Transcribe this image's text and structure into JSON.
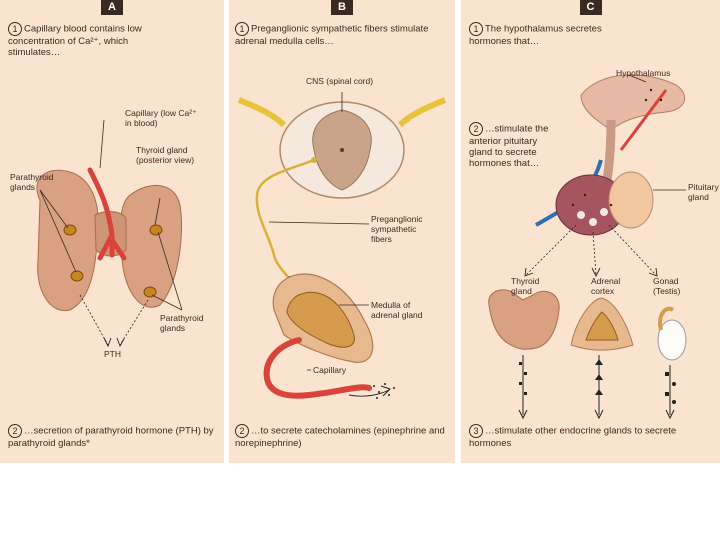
{
  "panels": [
    {
      "tab": "A",
      "step1_num": "1",
      "step1_text": "Capillary blood contains low concentration of Ca²⁺, which stimulates…",
      "labels": {
        "capillary": "Capillary (low Ca²⁺\nin blood)",
        "thyroid": "Thyroid gland\n(posterior view)",
        "parathyroid_left": "Parathyroid\nglands",
        "parathyroid_right": "Parathyroid\nglands",
        "pth": "PTH"
      },
      "step2_num": "2",
      "step2_text": "…secretion of parathyroid hormone (PTH) by parathyroid glands*"
    },
    {
      "tab": "B",
      "step1_num": "1",
      "step1_text": "Preganglionic sympathetic fibers stimulate adrenal medulla cells…",
      "labels": {
        "cns": "CNS (spinal cord)",
        "fibers": "Preganglionic\nsympathetic\nfibers",
        "medulla": "Medulla of\nadrenal gland",
        "capillary": "Capillary"
      },
      "step2_num": "2",
      "step2_text": "…to secrete catecholamines (epinephrine and norepinephrine)"
    },
    {
      "tab": "C",
      "step1_num": "1",
      "step1_text": "The hypothalamus secretes hormones that…",
      "step_mid_num": "2",
      "step_mid_text": "…stimulate the anterior pituitary gland to secrete hormones that…",
      "labels": {
        "hypothalamus": "Hypothalamus",
        "pituitary": "Pituitary\ngland",
        "thyroid": "Thyroid\ngland",
        "adrenal": "Adrenal\ncortex",
        "gonad": "Gonad\n(Testis)"
      },
      "step3_num": "3",
      "step3_text": "…stimulate other endocrine glands to secrete hormones"
    }
  ]
}
